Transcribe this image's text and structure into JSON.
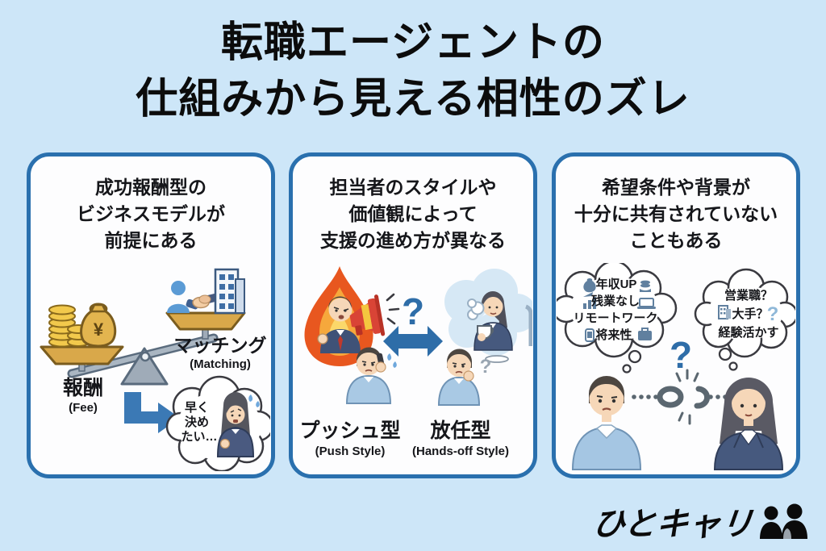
{
  "page": {
    "background": "#cde6f8",
    "card_border": "#2a70ae",
    "accent_blue": "#2e6da8",
    "gold": "#e0b14e"
  },
  "title": {
    "line1": "転職エージェントの",
    "line2": "仕組みから見える相性のズレ"
  },
  "cards": [
    {
      "id": "success-fee-model",
      "title_lines": [
        "成功報酬型の",
        "ビジネスモデルが",
        "前提にある"
      ],
      "scale": {
        "yen": "¥",
        "fee_label": "報酬",
        "fee_sub": "(Fee)",
        "matching_label": "マッチング",
        "matching_sub": "(Matching)"
      },
      "bubble_lines": [
        "早く",
        "決め",
        "たい…"
      ]
    },
    {
      "id": "agent-style",
      "title_lines": [
        "担当者のスタイルや",
        "価値観によって",
        "支援の進め方が異なる"
      ],
      "question_mark": "?",
      "push_label": "プッシュ型",
      "push_sub": "(Push Style)",
      "handsoff_label": "放任型",
      "handsoff_sub": "(Hands-off Style)"
    },
    {
      "id": "conditions-not-shared",
      "title_lines": [
        "希望条件や背景が",
        "十分に共有されていない",
        "こともある"
      ],
      "left_bubble_lines": [
        "年収UP",
        "残業なし",
        "リモートワーク",
        "将来性"
      ],
      "right_bubble_lines": [
        "営業職？",
        "大手？",
        "経験活かす"
      ],
      "right_bubble_question": "?",
      "question_mark": "?"
    }
  ],
  "logo": {
    "text": "ひとキャリ"
  }
}
